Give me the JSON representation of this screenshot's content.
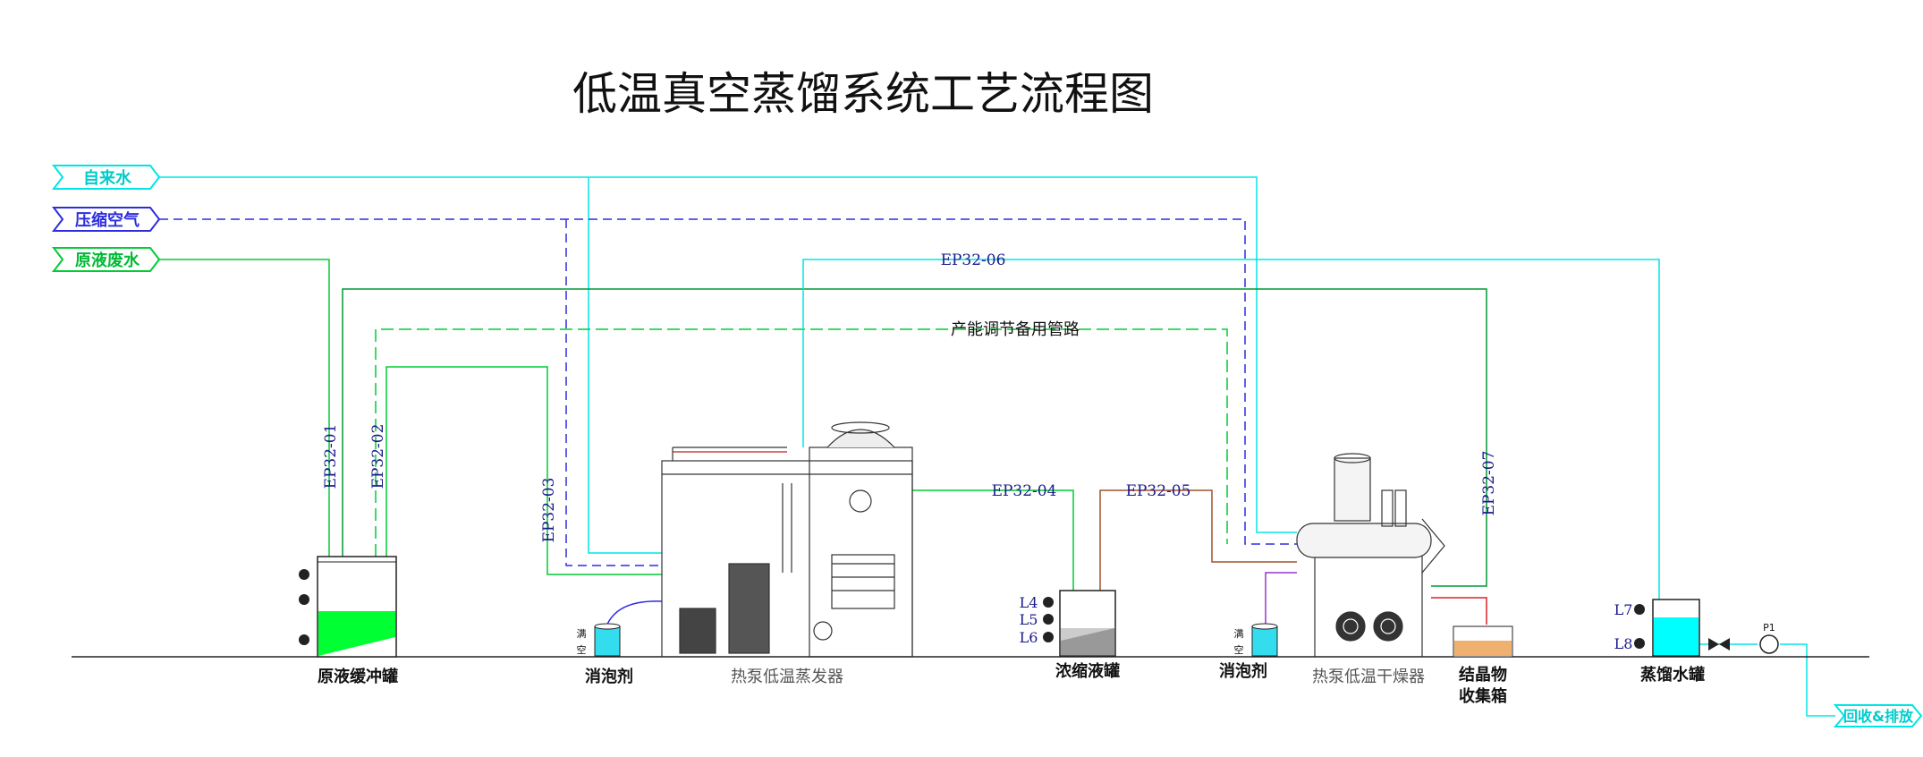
{
  "title": "低温真空蒸馏系统工艺流程图",
  "inputs": {
    "tap_water": "自来水",
    "compressed_air": "压缩空气",
    "raw_wastewater": "原液废水"
  },
  "output": "回收&排放",
  "pipes": {
    "p01": "EP32-01",
    "p02": "EP32-02",
    "p03": "EP32-03",
    "p04": "EP32-04",
    "p05": "EP32-05",
    "p06": "EP32-06",
    "p07": "EP32-07",
    "backup": "产能调节备用管路"
  },
  "equipment": {
    "buffer_tank": "原液缓冲罐",
    "defoamer_1": "消泡剂",
    "evaporator": "热泵低温蒸发器",
    "concentrate_tank": "浓缩液罐",
    "defoamer_2": "消泡剂",
    "dryer": "热泵低温干燥器",
    "crystal_box_line1": "结晶物",
    "crystal_box_line2": "收集箱",
    "distilled_tank": "蒸馏水罐"
  },
  "level_labels": {
    "concentrate": [
      "L4",
      "L5",
      "L6"
    ],
    "distilled": [
      "L7",
      "L8"
    ]
  },
  "pump_label": "P1",
  "defoamer_side_text": [
    "满",
    "空"
  ],
  "colors": {
    "tap_water": "#00e5e5",
    "compressed_air": "#2d2de0",
    "raw_wastewater": "#00cc33",
    "recycle": "#009933",
    "concentrate_line": "#a0522d",
    "defoamer_line": "#9933cc",
    "pipe_label": "#1a1a8c"
  }
}
